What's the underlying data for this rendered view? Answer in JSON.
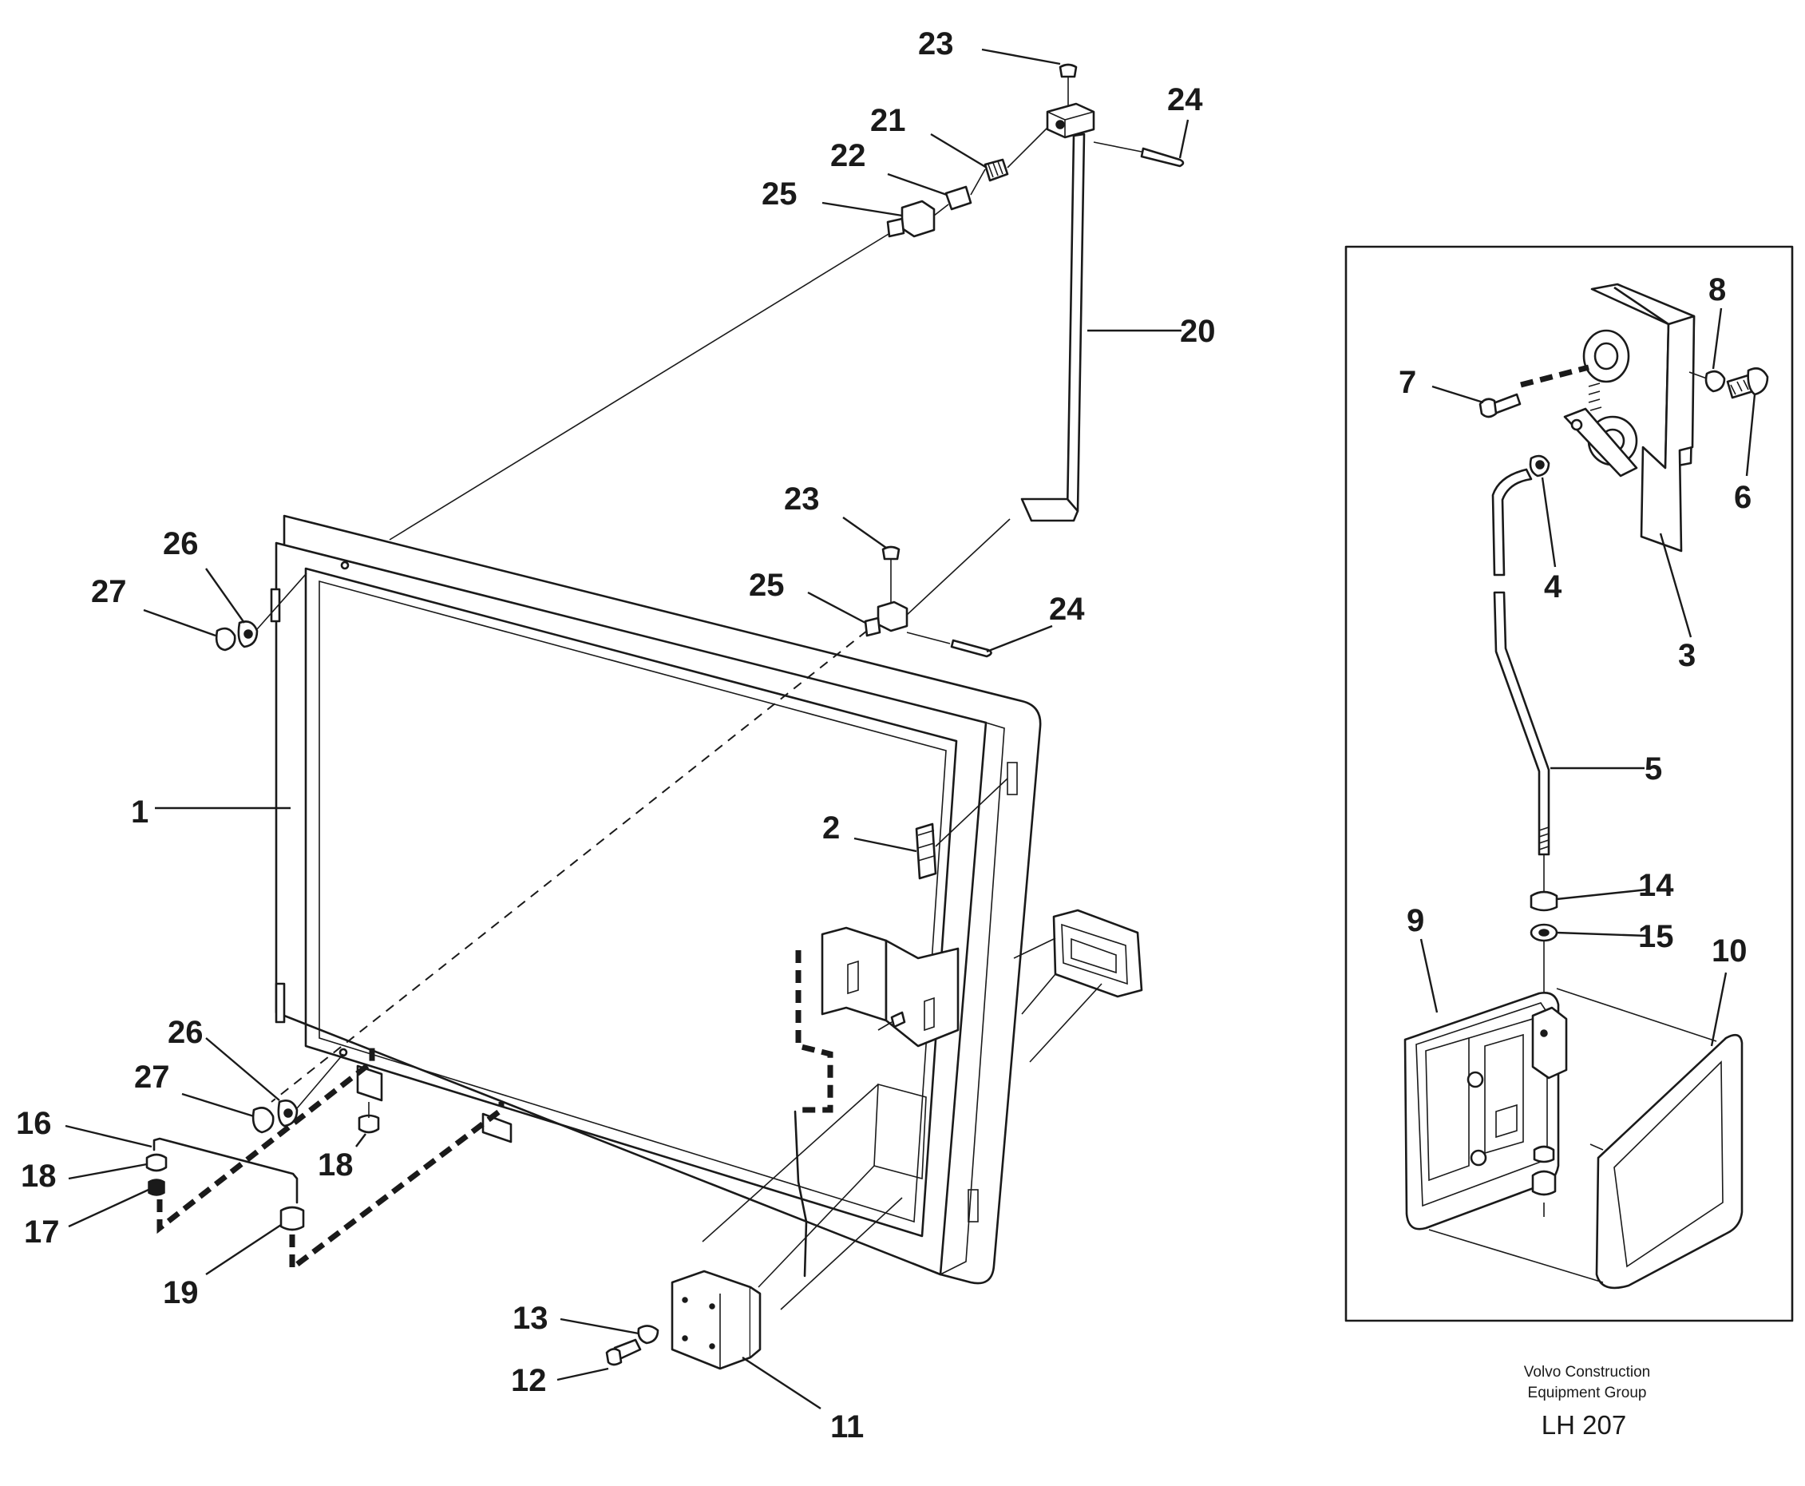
{
  "callouts": {
    "c1": "1",
    "c2": "2",
    "c3": "3",
    "c4": "4",
    "c5": "5",
    "c6": "6",
    "c7": "7",
    "c8": "8",
    "c9": "9",
    "c10": "10",
    "c11": "11",
    "c12": "12",
    "c13": "13",
    "c14": "14",
    "c15": "15",
    "c16": "16",
    "c17": "17",
    "c18a": "18",
    "c18b": "18",
    "c19": "19",
    "c20": "20",
    "c21": "21",
    "c22": "22",
    "c23a": "23",
    "c23b": "23",
    "c24a": "24",
    "c24b": "24",
    "c25a": "25",
    "c25b": "25",
    "c26a": "26",
    "c26b": "26",
    "c27a": "27",
    "c27b": "27"
  },
  "footer": {
    "line1": "Volvo Construction",
    "line2": "Equipment Group",
    "code": "LH 207"
  }
}
